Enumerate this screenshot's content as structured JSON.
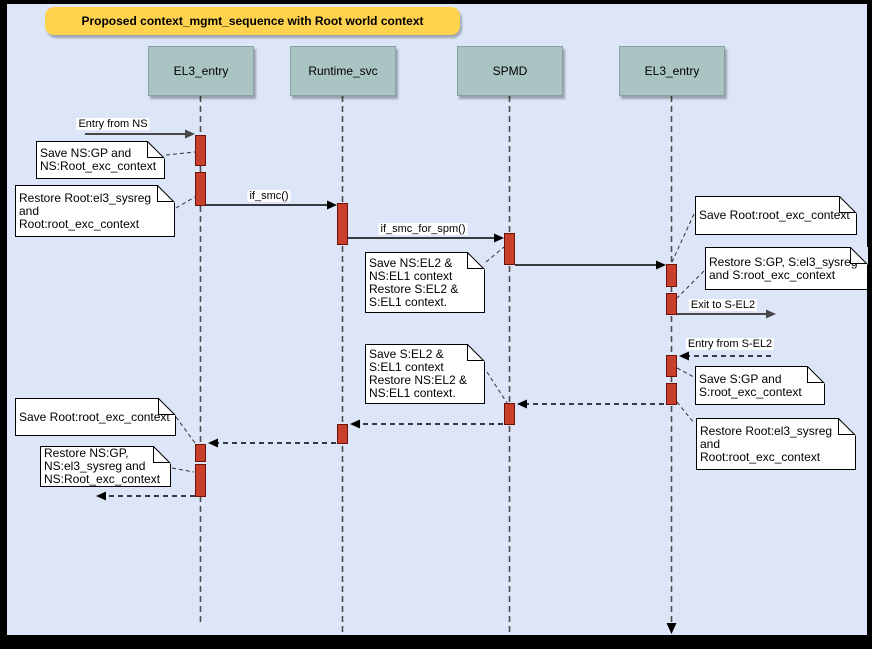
{
  "title": "Proposed context_mgmt_sequence with Root world context",
  "actors": [
    {
      "id": "el3-entry-left",
      "label": "EL3_entry"
    },
    {
      "id": "runtime-svc",
      "label": "Runtime_svc"
    },
    {
      "id": "spmd",
      "label": "SPMD"
    },
    {
      "id": "el3-entry-right",
      "label": "EL3_entry"
    }
  ],
  "messages": [
    {
      "id": "entry-from-ns",
      "label": "Entry from NS",
      "style": "solid"
    },
    {
      "id": "if-smc",
      "label": "if_smc()",
      "style": "solid"
    },
    {
      "id": "if-smc-for-spm",
      "label": "if_smc_for_spm()",
      "style": "solid"
    },
    {
      "id": "spmd-to-el3",
      "label": "",
      "style": "solid"
    },
    {
      "id": "exit-to-s-el2",
      "label": "Exit to S-EL2",
      "style": "solid"
    },
    {
      "id": "entry-from-s-el2",
      "label": "Entry from S-EL2",
      "style": "dashed"
    },
    {
      "id": "reply-el3-to-spmd",
      "label": "",
      "style": "dashed"
    },
    {
      "id": "reply-spmd-to-runtime",
      "label": "",
      "style": "dashed"
    },
    {
      "id": "reply-runtime-to-el3",
      "label": "",
      "style": "dashed"
    },
    {
      "id": "reply-el3-to-ns",
      "label": "",
      "style": "dashed"
    }
  ],
  "notes": [
    {
      "id": "save-ns-gp",
      "lines": [
        "Save NS:GP and",
        "NS:Root_exc_context"
      ]
    },
    {
      "id": "restore-root-sysreg-top-left",
      "lines": [
        "Restore Root:el3_sysreg",
        "and",
        "Root:root_exc_context"
      ]
    },
    {
      "id": "save-ns-el2",
      "lines": [
        "Save NS:EL2 &",
        "NS:EL1 context",
        "Restore S:EL2 &",
        "S:EL1 context."
      ]
    },
    {
      "id": "save-root-exc-top-right",
      "lines": [
        "Save Root:root_exc_context"
      ]
    },
    {
      "id": "restore-s-gp",
      "lines": [
        "Restore S:GP, S:el3_sysreg",
        "and S:root_exc_context"
      ]
    },
    {
      "id": "save-s-el2",
      "lines": [
        "Save S:EL2 &",
        "S:EL1 context",
        "Restore NS:EL2 &",
        "NS:EL1 context."
      ]
    },
    {
      "id": "save-s-gp",
      "lines": [
        "Save S:GP and",
        "S:root_exc_context"
      ]
    },
    {
      "id": "restore-root-sysreg-right",
      "lines": [
        "Restore Root:el3_sysreg",
        "and",
        "Root:root_exc_context"
      ]
    },
    {
      "id": "save-root-exc-left",
      "lines": [
        "Save Root:root_exc_context"
      ]
    },
    {
      "id": "restore-ns-gp",
      "lines": [
        "Restore NS:GP,",
        "NS:el3_sysreg and",
        "NS:Root_exc_context"
      ]
    }
  ],
  "colors": {
    "canvas_bg": "#dce6f8",
    "frame": "#000000",
    "title_bg": "#ffd34e",
    "actor_fill": "#a9c4c2",
    "actor_border": "#87a2a0",
    "bar_fill": "#c8402c",
    "bar_border": "#6e120a",
    "note_fill": "#ffffff",
    "message_line": "#000000",
    "entry_exit_line": "#474747",
    "lifeline": "#4d4d4d",
    "connector": "#333333"
  }
}
